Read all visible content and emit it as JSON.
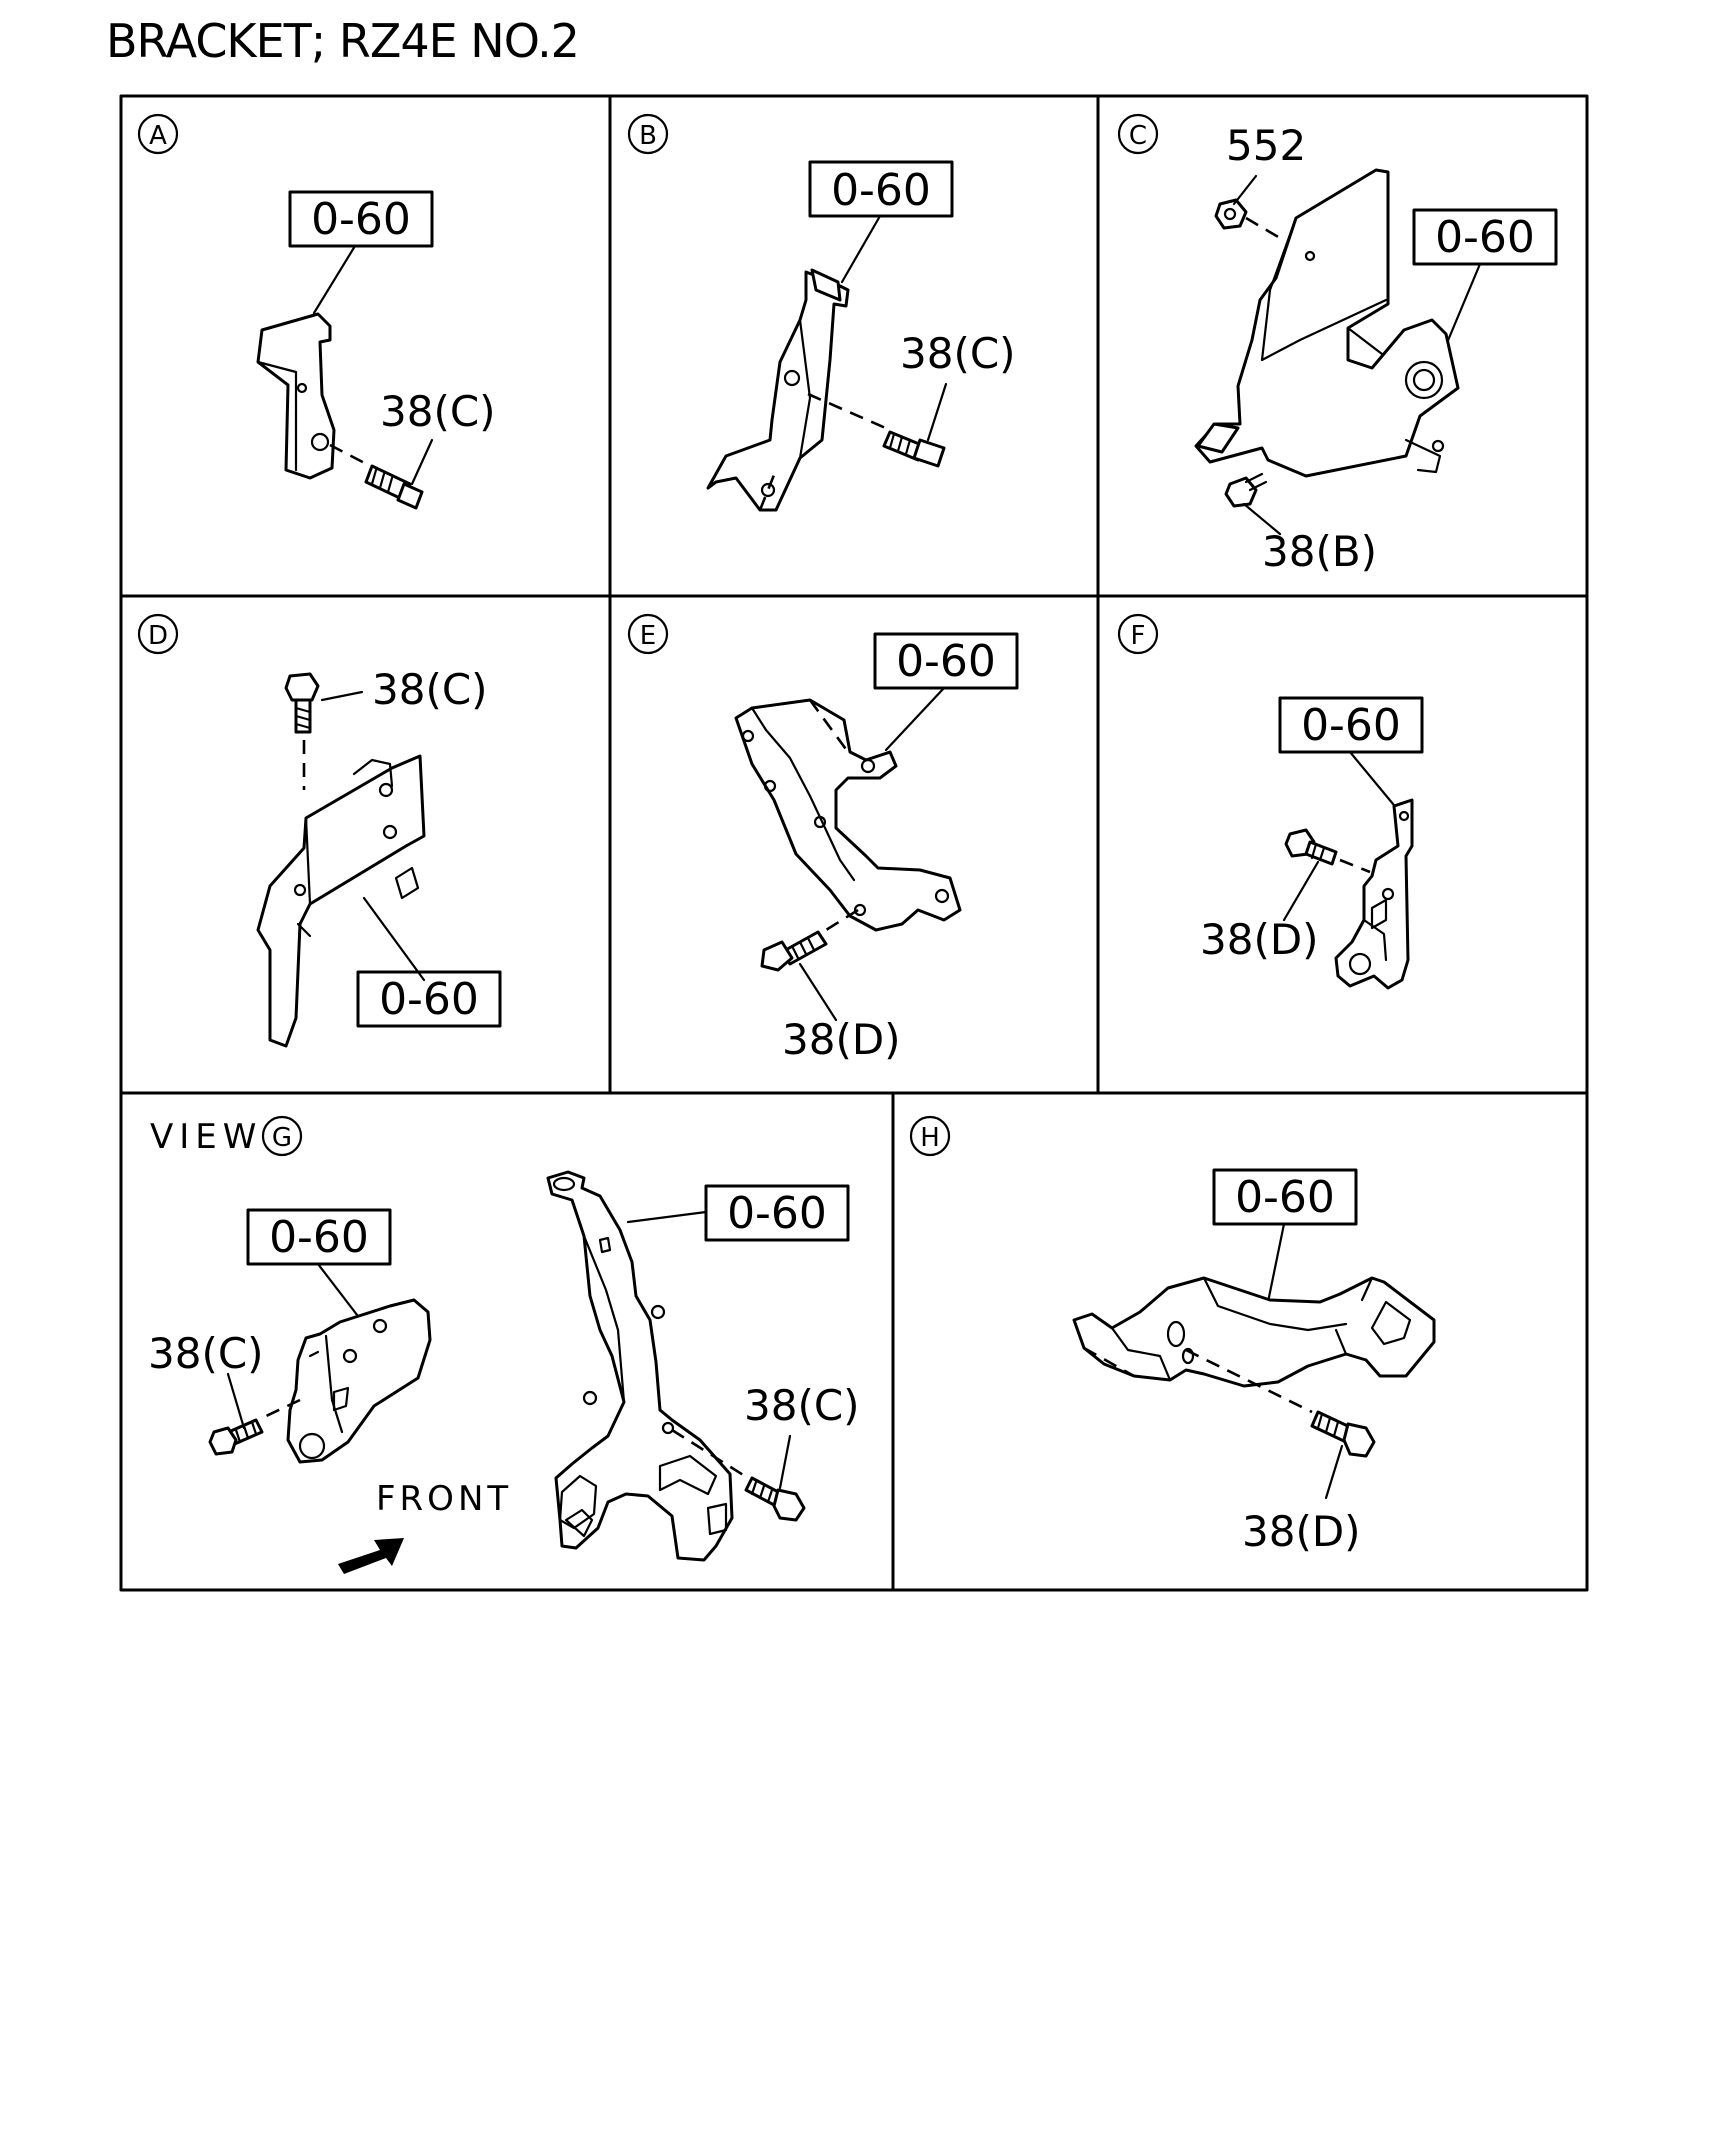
{
  "title": "BRACKET; RZ4E NO.2",
  "panels": [
    {
      "id": "A",
      "letter": "A",
      "labels": {
        "part": "0-60",
        "bolt": "38(C)"
      }
    },
    {
      "id": "B",
      "letter": "B",
      "labels": {
        "part": "0-60",
        "bolt": "38(C)"
      }
    },
    {
      "id": "C",
      "letter": "C",
      "labels": {
        "part": "0-60",
        "nut": "552",
        "bolt": "38(B)"
      }
    },
    {
      "id": "D",
      "letter": "D",
      "labels": {
        "part": "0-60",
        "bolt": "38(C)"
      }
    },
    {
      "id": "E",
      "letter": "E",
      "labels": {
        "part": "0-60",
        "bolt": "38(D)"
      }
    },
    {
      "id": "F",
      "letter": "F",
      "labels": {
        "part": "0-60",
        "bolt": "38(D)"
      }
    },
    {
      "id": "G",
      "letter": "G",
      "view_prefix": "VIEW",
      "labels": {
        "part_left": "0-60",
        "bolt_left": "38(C)",
        "part_right": "0-60",
        "bolt_right": "38(C)",
        "front": "FRONT"
      }
    },
    {
      "id": "H",
      "letter": "H",
      "labels": {
        "part": "0-60",
        "bolt": "38(D)"
      }
    }
  ],
  "icons": {
    "front_arrow": "arrow-icon"
  },
  "colors": {
    "line": "#000000",
    "background": "#ffffff"
  }
}
